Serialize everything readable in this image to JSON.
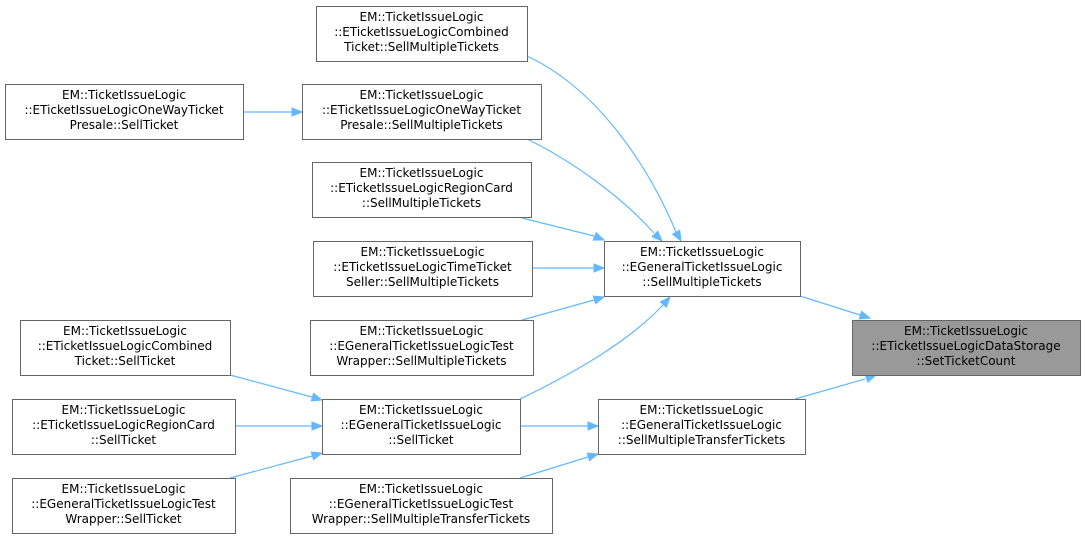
{
  "graph": {
    "colors": {
      "edge": "#63b8ff",
      "focus_fill": "#999999",
      "node_border": "#666666"
    },
    "nodes": [
      {
        "id": "n0",
        "lines": [
          "EM::TicketIssueLogic",
          "::ETicketIssueLogicDataStorage",
          "::SetTicketCount"
        ],
        "focus": true
      },
      {
        "id": "n1",
        "lines": [
          "EM::TicketIssueLogic",
          "::EGeneralTicketIssueLogic",
          "::SellMultipleTickets"
        ]
      },
      {
        "id": "n2",
        "lines": [
          "EM::TicketIssueLogic",
          "::EGeneralTicketIssueLogic",
          "::SellTicket"
        ]
      },
      {
        "id": "n3",
        "lines": [
          "EM::TicketIssueLogic",
          "::EGeneralTicketIssueLogic",
          "::SellMultipleTransferTickets"
        ]
      },
      {
        "id": "n4",
        "lines": [
          "EM::TicketIssueLogic",
          "::ETicketIssueLogicCombined",
          "Ticket::SellMultipleTickets"
        ]
      },
      {
        "id": "n5",
        "lines": [
          "EM::TicketIssueLogic",
          "::ETicketIssueLogicOneWayTicket",
          "Presale::SellMultipleTickets"
        ]
      },
      {
        "id": "n6",
        "lines": [
          "EM::TicketIssueLogic",
          "::ETicketIssueLogicOneWayTicket",
          "Presale::SellTicket"
        ]
      },
      {
        "id": "n7",
        "lines": [
          "EM::TicketIssueLogic",
          "::ETicketIssueLogicRegionCard",
          "::SellMultipleTickets"
        ]
      },
      {
        "id": "n8",
        "lines": [
          "EM::TicketIssueLogic",
          "::ETicketIssueLogicTimeTicket",
          "Seller::SellMultipleTickets"
        ]
      },
      {
        "id": "n9",
        "lines": [
          "EM::TicketIssueLogic",
          "::EGeneralTicketIssueLogicTest",
          "Wrapper::SellMultipleTickets"
        ]
      },
      {
        "id": "n10",
        "lines": [
          "EM::TicketIssueLogic",
          "::ETicketIssueLogicCombined",
          "Ticket::SellTicket"
        ]
      },
      {
        "id": "n11",
        "lines": [
          "EM::TicketIssueLogic",
          "::ETicketIssueLogicRegionCard",
          "::SellTicket"
        ]
      },
      {
        "id": "n12",
        "lines": [
          "EM::TicketIssueLogic",
          "::EGeneralTicketIssueLogicTest",
          "Wrapper::SellTicket"
        ]
      },
      {
        "id": "n13",
        "lines": [
          "EM::TicketIssueLogic",
          "::EGeneralTicketIssueLogicTest",
          "Wrapper::SellMultipleTransferTickets"
        ]
      }
    ],
    "edges": [
      {
        "from": "n1",
        "to": "n0"
      },
      {
        "from": "n3",
        "to": "n0"
      },
      {
        "from": "n4",
        "to": "n1"
      },
      {
        "from": "n5",
        "to": "n1"
      },
      {
        "from": "n7",
        "to": "n1"
      },
      {
        "from": "n8",
        "to": "n1"
      },
      {
        "from": "n9",
        "to": "n1"
      },
      {
        "from": "n2",
        "to": "n1"
      },
      {
        "from": "n6",
        "to": "n5"
      },
      {
        "from": "n10",
        "to": "n2"
      },
      {
        "from": "n11",
        "to": "n2"
      },
      {
        "from": "n12",
        "to": "n2"
      },
      {
        "from": "n2",
        "to": "n3"
      },
      {
        "from": "n13",
        "to": "n3"
      }
    ]
  }
}
